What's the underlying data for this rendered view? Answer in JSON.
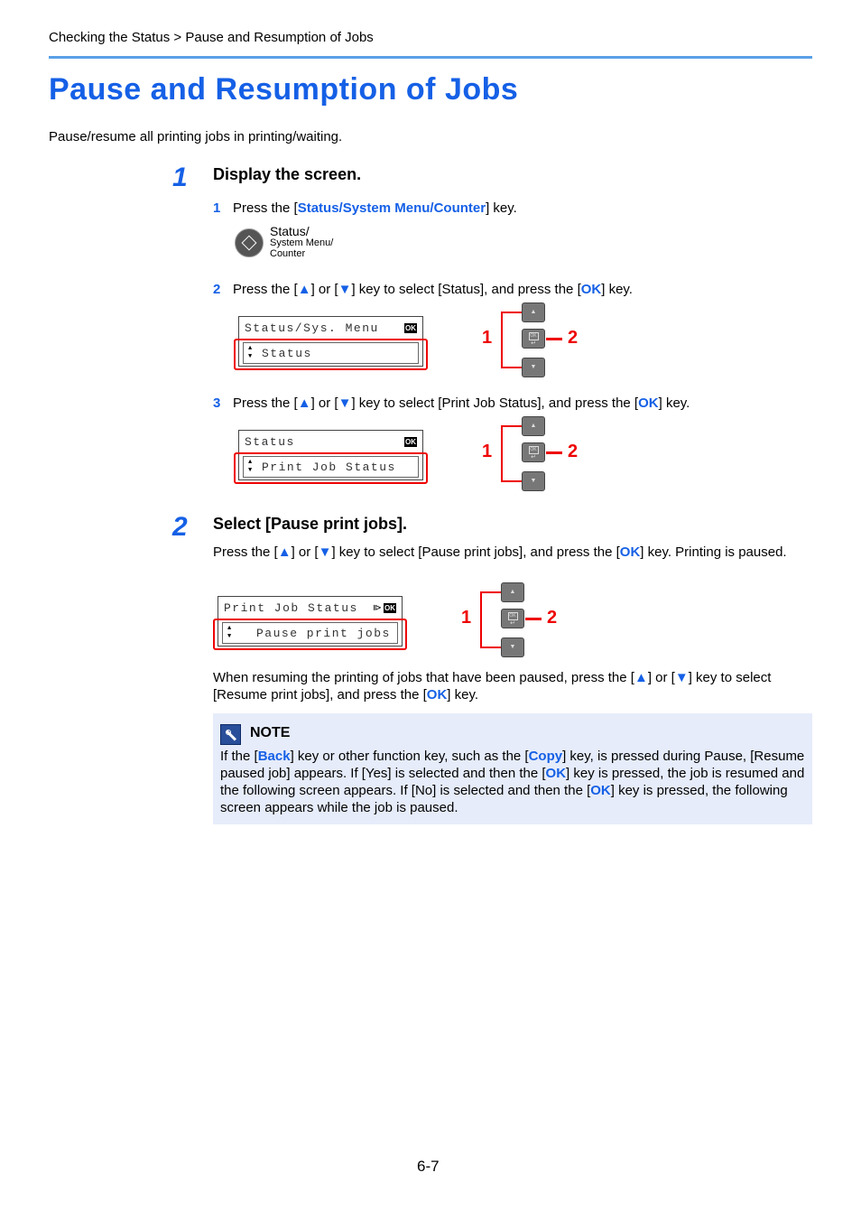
{
  "breadcrumb": "Checking the Status > Pause and Resumption of Jobs",
  "title": "Pause and Resumption of Jobs",
  "intro": "Pause/resume all printing jobs in printing/waiting.",
  "steps": [
    {
      "number": "1",
      "title": "Display the screen.",
      "substeps": [
        {
          "number": "1",
          "pre": "Press the [",
          "key": "Status/System Menu/Counter",
          "post": "] key."
        },
        {
          "number": "2",
          "pre": "Press the [",
          "up": "▲",
          "mid": "] or [",
          "down": "▼",
          "mid2": "] key to select [Status], and press the [",
          "ok": "OK",
          "post": "] key."
        },
        {
          "number": "3",
          "pre": "Press the [",
          "up": "▲",
          "mid": "] or [",
          "down": "▼",
          "mid2": "] key to select [Print Job Status], and press the [",
          "ok": "OK",
          "post": "] key."
        }
      ]
    },
    {
      "number": "2",
      "title": "Select [Pause print jobs].",
      "para1": {
        "pre": "Press the [",
        "up": "▲",
        "mid": "] or [",
        "down": "▼",
        "mid2": "] key to select [Pause print jobs], and press the [",
        "ok": "OK",
        "post": "] key. Printing is paused."
      },
      "para2": {
        "pre": "When resuming the printing of jobs that have been paused, press the [",
        "up": "▲",
        "mid": "] or [",
        "down": "▼",
        "mid2": "] key to select [Resume print jobs], and press the [",
        "ok": "OK",
        "post": "] key."
      }
    }
  ],
  "keyicon": {
    "line1": "Status/",
    "line2": "System Menu/",
    "line3": "Counter"
  },
  "lcd": [
    {
      "line1": "Status/Sys. Menu",
      "line2": "Status",
      "ok": "OK"
    },
    {
      "line1": "Status",
      "line2": "Print Job Status",
      "ok": "OK"
    },
    {
      "line1": "Print Job Status",
      "line2": "Pause print jobs",
      "ok": "OK"
    }
  ],
  "keypad": {
    "ok_label": "OK",
    "enter": "↵",
    "up": "▲",
    "down": "▼",
    "callout1": "1",
    "callout2": "2"
  },
  "note": {
    "title": "NOTE",
    "t1": "If the [",
    "back": "Back",
    "t2": "] key or other function key, such as the [",
    "copy": "Copy",
    "t3": "] key, is pressed during Pause, [Resume paused job] appears. If [Yes] is selected and then the [",
    "ok1": "OK",
    "t4": "] key is pressed, the job is resumed and the following screen appears. If [No] is selected and then the [",
    "ok2": "OK",
    "t5": "] key is pressed, the following screen appears while the job is paused."
  },
  "page_number": "6-7"
}
